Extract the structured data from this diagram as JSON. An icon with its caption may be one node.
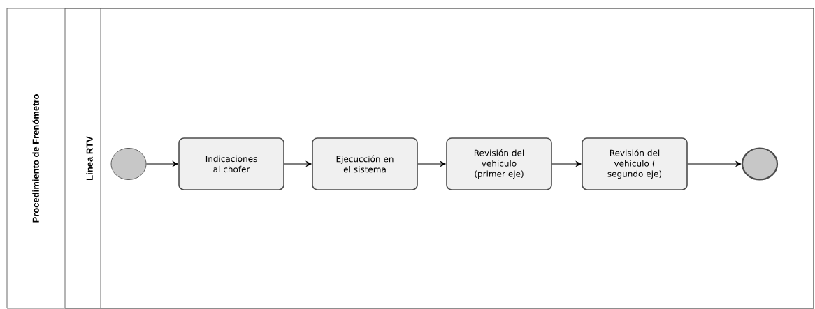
{
  "diagram": {
    "nodes": [
      {
        "text": [
          "Procedimiento de Frenómetro"
        ]
      },
      {
        "text": [
          "Linea RTV"
        ],
        "in": 0
      },
      {
        "text": [],
        "shape": "circle",
        "in": 1
      },
      {
        "text": [
          "Indicaciones al chofer"
        ],
        "in": 1
      },
      {
        "text": [
          "Ejecucción en el sistema"
        ],
        "in": 1
      },
      {
        "text": [
          "Revisión del vehiculo (primer eje)"
        ],
        "in": 1
      },
      {
        "text": [
          "Revisión del vehiculo ( segundo eje)"
        ],
        "in": 1
      },
      {
        "text": [],
        "shape": "circle",
        "in": 1
      }
    ],
    "edges": [
      {
        "from": 2,
        "to": 3,
        "arrow": "to"
      },
      {
        "from": 3,
        "to": 4,
        "arrow": "to"
      },
      {
        "from": 4,
        "to": 5,
        "arrow": "to"
      },
      {
        "from": 5,
        "to": 6,
        "arrow": "to"
      },
      {
        "from": 6,
        "to": 7,
        "arrow": "to"
      }
    ]
  }
}
